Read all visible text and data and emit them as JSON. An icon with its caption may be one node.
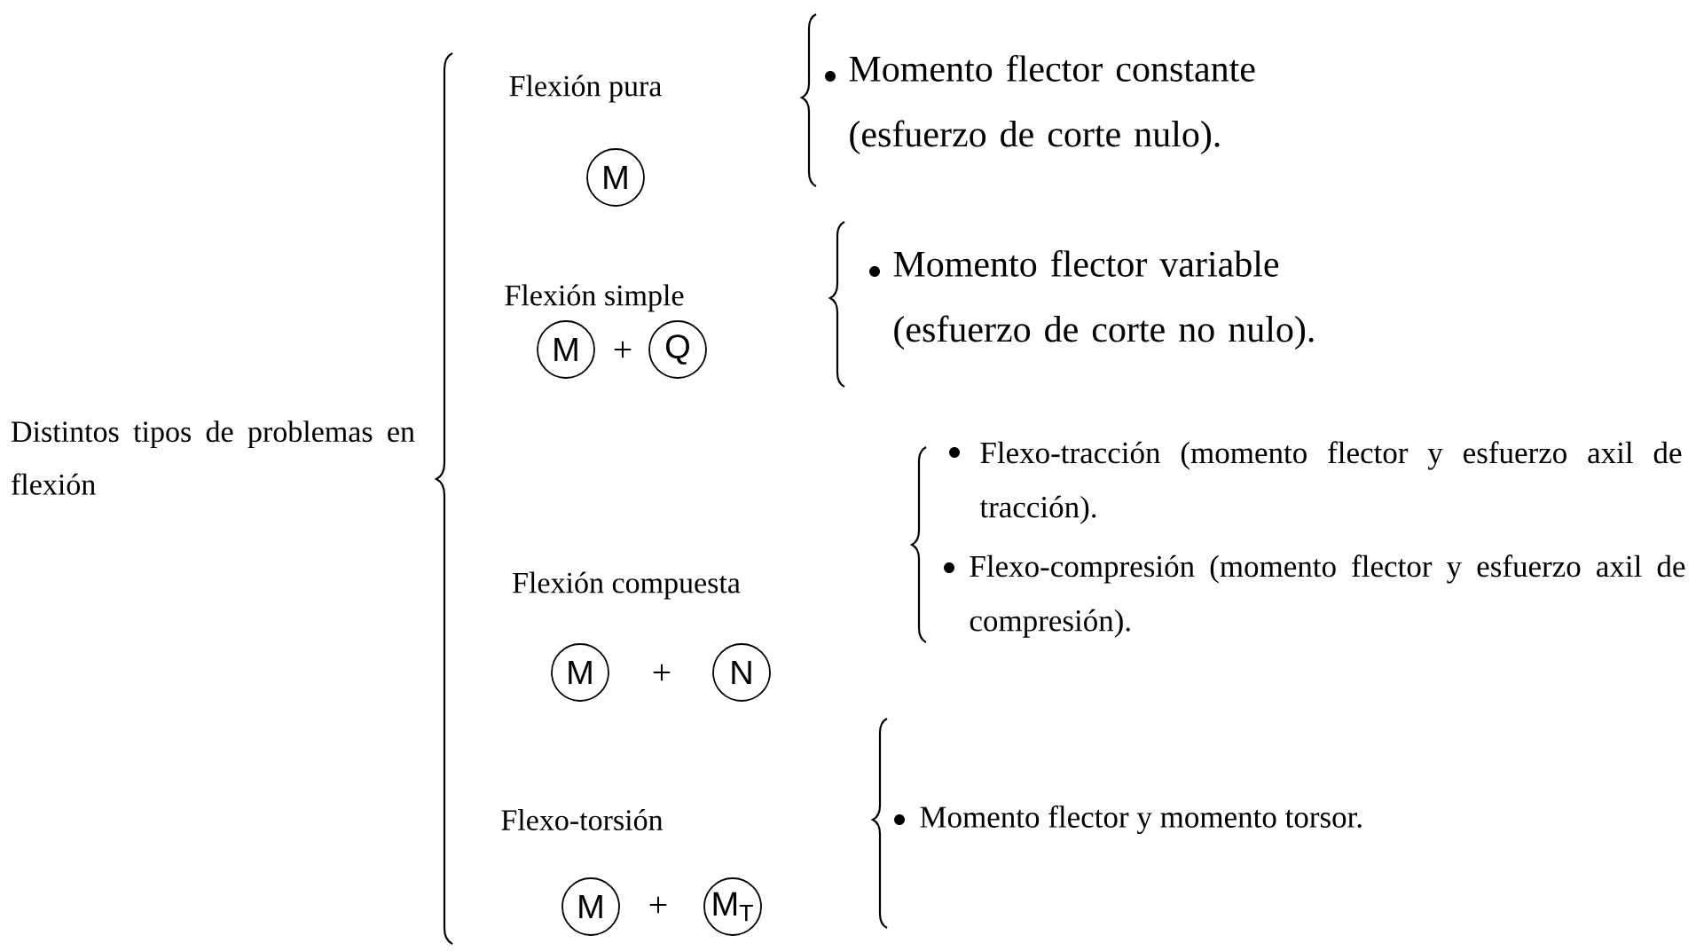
{
  "diagram": {
    "nodes": [
      {
        "text": [
          "M"
        ]
      },
      {
        "text": [
          "M"
        ]
      },
      {
        "text": [
          "Q"
        ]
      },
      {
        "text": [
          "M"
        ]
      },
      {
        "text": [
          "N"
        ]
      },
      {
        "text": [
          "M"
        ]
      },
      {
        "text": [
          "M$_{T}$"
        ]
      }
    ],
    "labels": [
      "Distintos tipos de problemas en flexión",
      "Flexión pura",
      "Momento flector constante (esfuerzo de corte nulo).",
      "Flexión simple",
      "Momento flector variable (esfuerzo de corte no nulo).",
      "+",
      "Flexión compuesta",
      "Flexo-tracción (momento flector y esfuerzo axil de tracción).",
      "Flexo-compresión (momento flector y esfuerzo axil de compresión).",
      "+",
      "Flexo-torsión",
      "Momento flector y momento torsor.",
      "+"
    ]
  }
}
